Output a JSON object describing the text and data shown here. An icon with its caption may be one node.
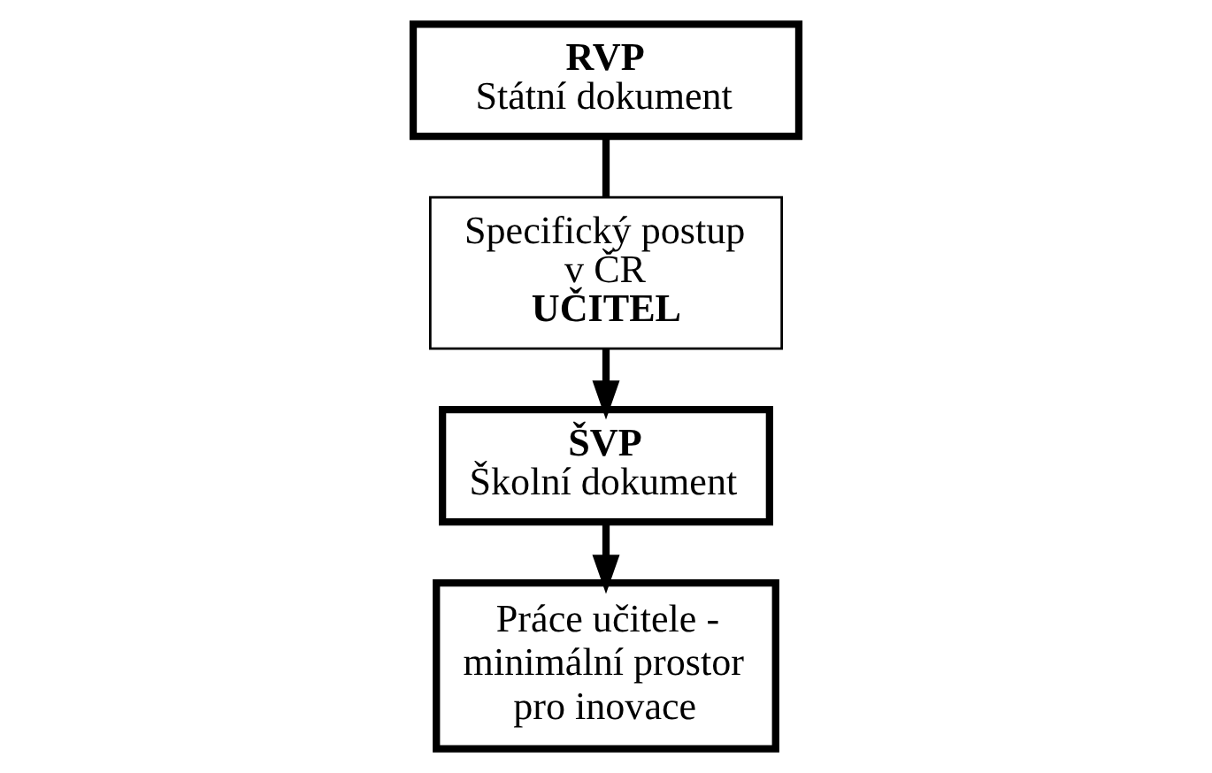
{
  "diagram": {
    "nodes": [
      {
        "text": [
          "RVP",
          "Státní dokument"
        ]
      },
      {
        "text": [
          "Specifický postup v ČR",
          "UČITEL"
        ]
      },
      {
        "text": [
          "ŠVP",
          "Školní dokument"
        ]
      },
      {
        "text": [
          "Práce učitele - minimální prostor pro inovace"
        ]
      }
    ],
    "edges": [
      {
        "from": 0,
        "to": 1,
        "arrow": "none"
      },
      {
        "from": 1,
        "to": 2,
        "arrow": "to"
      },
      {
        "from": 2,
        "to": 3,
        "arrow": "to"
      }
    ]
  }
}
